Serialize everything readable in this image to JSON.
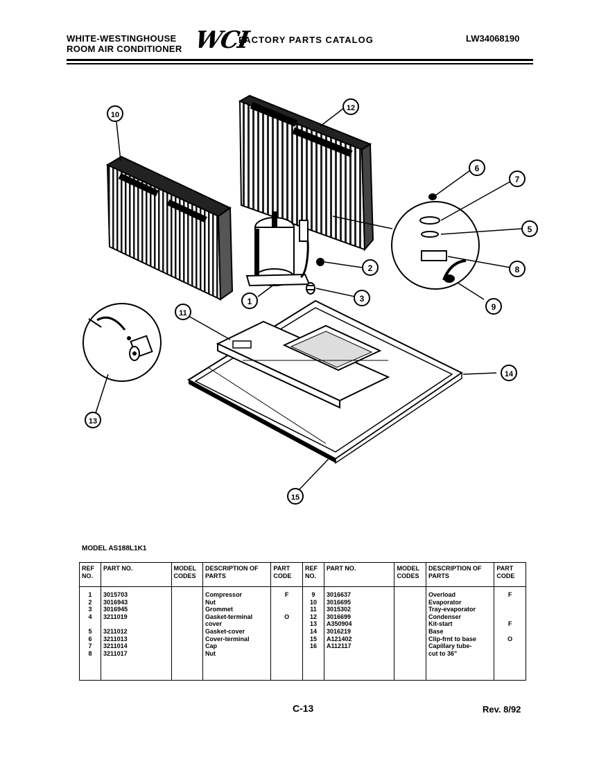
{
  "header": {
    "brand_line1": "WHITE-WESTINGHOUSE",
    "brand_line2": "ROOM AIR CONDITIONER",
    "logo": "WCI",
    "catalog": "FACTORY PARTS CATALOG",
    "catalog_number": "LW34068190"
  },
  "diagram": {
    "callouts": [
      "1",
      "2",
      "3",
      "5",
      "6",
      "7",
      "8",
      "9",
      "10",
      "11",
      "12",
      "13",
      "14",
      "15"
    ]
  },
  "model_label": "MODEL AS188L1K1",
  "table": {
    "headers": {
      "ref": "REF NO.",
      "part": "PART NO.",
      "model": "MODEL CODES",
      "desc": "DESCRIPTION OF PARTS",
      "code": "PART CODE"
    },
    "left": {
      "refs": [
        "1",
        "2",
        "3",
        "4",
        "",
        "5",
        "6",
        "7",
        "8"
      ],
      "parts": [
        "3015703",
        "3016943",
        "3016945",
        "3211019",
        "",
        "3211012",
        "3211013",
        "3211014",
        "3211017"
      ],
      "models": [],
      "descs": [
        "Compressor",
        "Nut",
        "Grommet",
        "Gasket-terminal",
        "cover",
        "Gasket-cover",
        "Cover-terminal",
        "Cap",
        "Nut"
      ],
      "codes": [
        "F",
        "",
        "",
        "O",
        "",
        "",
        "",
        "",
        ""
      ]
    },
    "right": {
      "refs": [
        "9",
        "10",
        "11",
        "12",
        "13",
        "14",
        "15",
        "16"
      ],
      "parts": [
        "3016637",
        "3016695",
        "3015302",
        "3016699",
        "A350904",
        "3016219",
        "A121402",
        "A112117"
      ],
      "models": [],
      "descs": [
        "Overload",
        "Evaporator",
        "Tray-evaporator",
        "Condenser",
        "Kit-start",
        "Base",
        "Clip-frnt to base",
        "Capillary tube-",
        "cut to 36\""
      ],
      "codes": [
        "F",
        "",
        "",
        "",
        "F",
        "",
        "O",
        ""
      ]
    }
  },
  "footer": {
    "page": "C-13",
    "revision": "Rev. 8/92"
  }
}
